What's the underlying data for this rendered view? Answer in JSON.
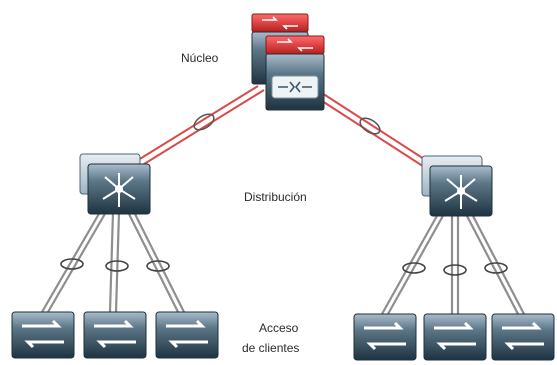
{
  "labels": {
    "core": "Núcleo",
    "distribution": "Distribución",
    "access_line1": "Acceso",
    "access_line2": "de clientes"
  },
  "colors": {
    "core_link": "#d94a4a",
    "access_link": "#9a9a9a",
    "device_dark": "#2f4654",
    "device_light": "#7f99a8",
    "core_red": "#e03a3a"
  },
  "devices": {
    "core": [
      "core-router-1",
      "core-router-2"
    ],
    "distribution": [
      "distribution-switch-left",
      "distribution-switch-right"
    ],
    "access": [
      "access-switch-1",
      "access-switch-2",
      "access-switch-3",
      "access-switch-4",
      "access-switch-5",
      "access-switch-6"
    ]
  }
}
